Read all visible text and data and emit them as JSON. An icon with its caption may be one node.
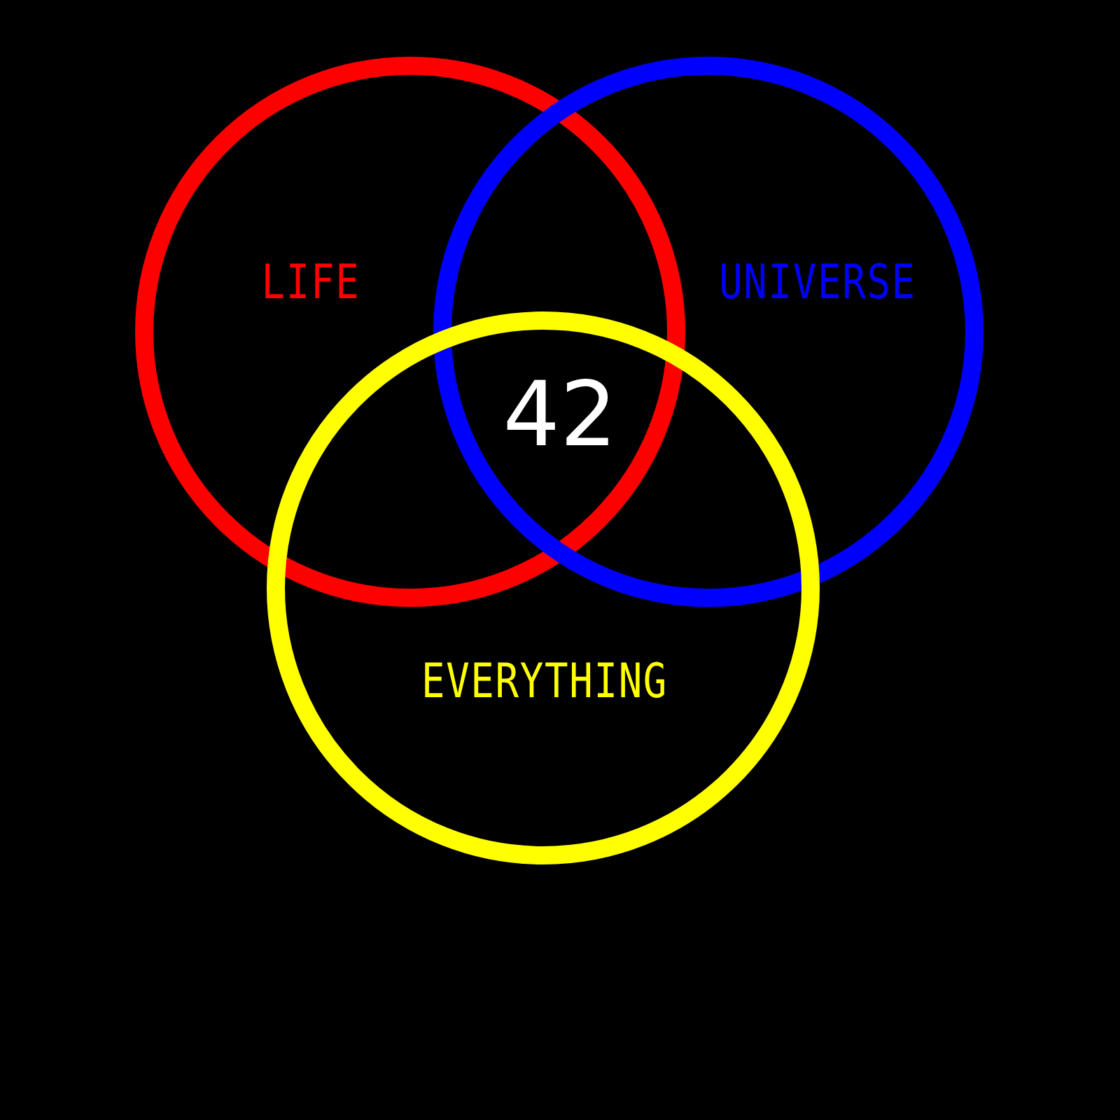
{
  "diagram": {
    "nodes": [
      {
        "text": [
          "LIFE"
        ]
      },
      {
        "text": [
          "UNIVERSE"
        ]
      },
      {
        "text": [
          "EVERYTHING"
        ]
      }
    ],
    "labels": [
      "42"
    ]
  }
}
